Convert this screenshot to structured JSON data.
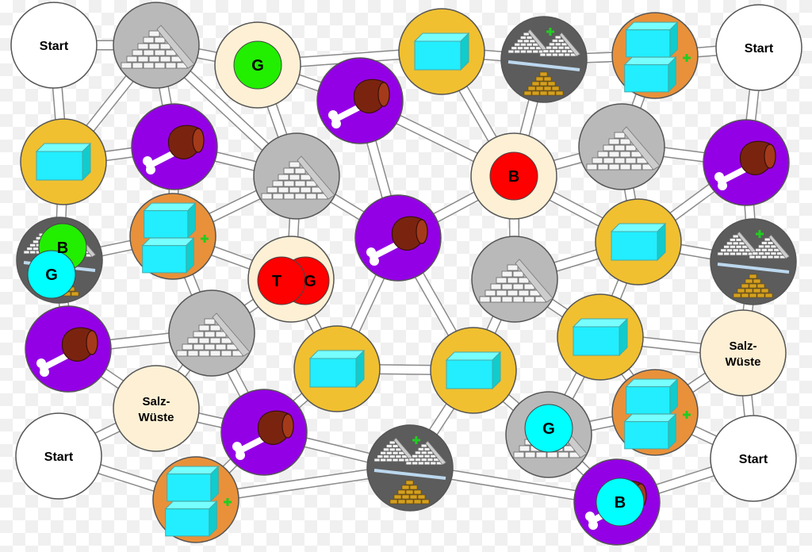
{
  "board": {
    "colors": {
      "start": "#ffffff",
      "silver": "#b9b9b9",
      "tan": "#fdf0d5",
      "gold": "#f0c030",
      "trade": "#5c5c5c",
      "orange": "#e8913a",
      "meat": "#9400e6"
    },
    "nodes": [
      {
        "type": "start",
        "label": "Start"
      },
      {
        "type": "silver"
      },
      {
        "type": "tan",
        "tokens": [
          {
            "letter": "G",
            "color": "#22ee00"
          }
        ]
      },
      {
        "type": "gold"
      },
      {
        "type": "trade"
      },
      {
        "type": "orange"
      },
      {
        "type": "start",
        "label": "Start"
      },
      {
        "type": "gold"
      },
      {
        "type": "meat"
      },
      {
        "type": "meat"
      },
      {
        "type": "silver"
      },
      {
        "type": "tan",
        "tokens": [
          {
            "letter": "B",
            "color": "#ff0000"
          }
        ]
      },
      {
        "type": "silver"
      },
      {
        "type": "meat"
      },
      {
        "type": "trade",
        "tokens": [
          {
            "letter": "B",
            "color": "#22ee00"
          },
          {
            "letter": "G",
            "color": "#00ffff"
          }
        ]
      },
      {
        "type": "orange"
      },
      {
        "type": "tan",
        "tokens": [
          {
            "letter": "G",
            "color": "#ff0000"
          },
          {
            "letter": "T",
            "color": "#ff0000"
          }
        ]
      },
      {
        "type": "meat"
      },
      {
        "type": "silver"
      },
      {
        "type": "gold"
      },
      {
        "type": "trade"
      },
      {
        "type": "meat"
      },
      {
        "type": "silver"
      },
      {
        "type": "gold"
      },
      {
        "type": "gold"
      },
      {
        "type": "gold"
      },
      {
        "type": "salt",
        "label1": "Salz-",
        "label2": "Wüste"
      },
      {
        "type": "salt",
        "label1": "Salz-",
        "label2": "Wüste"
      },
      {
        "type": "meat"
      },
      {
        "type": "orange"
      },
      {
        "type": "start",
        "label": "Start"
      },
      {
        "type": "silver",
        "tokens": [
          {
            "letter": "G",
            "color": "#00ffff"
          }
        ]
      },
      {
        "type": "trade"
      },
      {
        "type": "orange"
      },
      {
        "type": "meat",
        "tokens": [
          {
            "letter": "B",
            "color": "#00ffff"
          }
        ]
      },
      {
        "type": "start",
        "label": "Start"
      }
    ]
  }
}
